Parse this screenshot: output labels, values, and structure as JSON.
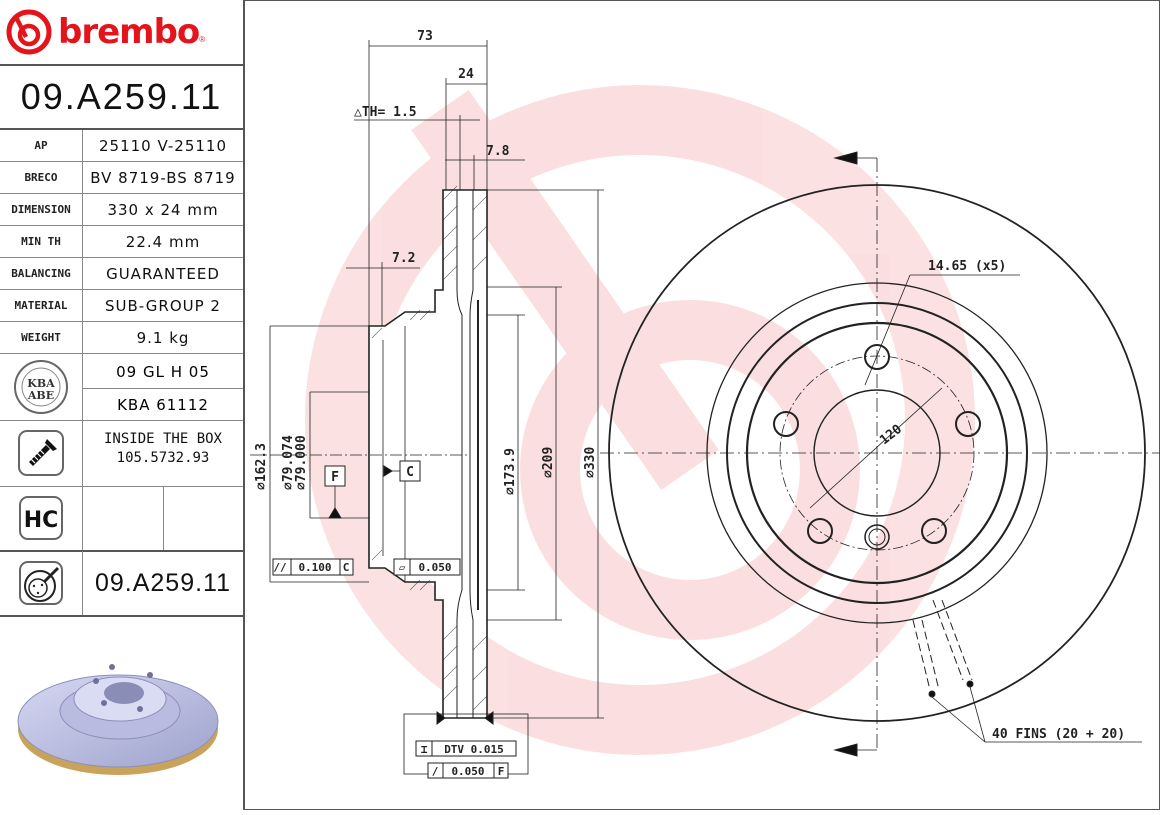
{
  "brand": {
    "name": "brembo",
    "registered": "®",
    "color": "#e3141b"
  },
  "part_number": "09.A259.11",
  "specs": [
    {
      "label": "AP",
      "value": "25110 V-25110"
    },
    {
      "label": "BRECO",
      "value": "BV 8719-BS 8719"
    },
    {
      "label": "DIMENSION",
      "value": "330 x 24 mm"
    },
    {
      "label": "MIN TH",
      "value": "22.4 mm"
    },
    {
      "label": "BALANCING",
      "value": "GUARANTEED"
    },
    {
      "label": "MATERIAL",
      "value": "SUB-GROUP 2"
    },
    {
      "label": "WEIGHT",
      "value": "9.1 kg"
    }
  ],
  "approval": {
    "icon": "kba-abe-seal-icon",
    "icon_text_top": "KBA",
    "icon_text_bottom": "ABE",
    "values": [
      "09 GL H 05",
      "KBA 61112"
    ]
  },
  "inside_box": {
    "icon": "screw-icon",
    "line1": "INSIDE THE BOX",
    "line2": "105.5732.93"
  },
  "hc": {
    "icon": "hc-badge-icon",
    "label": "HC"
  },
  "reference": {
    "icon": "disc-caliper-icon",
    "part_number": "09.A259.11"
  },
  "drawing": {
    "section_dims": {
      "overall_height": "73",
      "thickness": "24",
      "delta_th": "△TH= 1.5",
      "vane_offset": "7.8",
      "hat_offset": "7.2",
      "d_hat_outer": "⌀162.3",
      "d_bore_max": "⌀79.074",
      "d_bore_min": "⌀79.000",
      "d_inner_face": "⌀173.9",
      "d_friction_inner": "⌀209",
      "d_outer": "⌀330",
      "datum_f": "F",
      "datum_c": "C",
      "tol_parallel": "0.100",
      "tol_parallel_ref": "C",
      "tol_flatness": "0.050",
      "dtv_label": "DTV 0.015",
      "runout": "0.050",
      "runout_ref": "F"
    },
    "front_view": {
      "bolt_hole": "14.65 (x5)",
      "pcd": "120",
      "fins": "40 FINS (20 + 20)"
    }
  }
}
